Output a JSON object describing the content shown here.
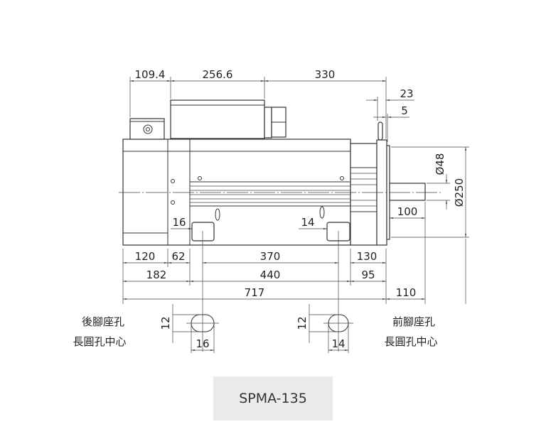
{
  "dimensions": {
    "top": [
      "109.4",
      "256.6",
      "330"
    ],
    "flange_23": "23",
    "flange_5": "5",
    "shaft_dia": "Ø48",
    "flange_dia": "Ø250",
    "shaft_len": "100",
    "rear_foot_slot": "16",
    "front_foot_slot": "14",
    "row1": [
      "120",
      "62",
      "370",
      "130"
    ],
    "row2": [
      "182",
      "440",
      "95"
    ],
    "row3": [
      "717",
      "110"
    ],
    "rear_hole_h": "12",
    "rear_hole_w": "16",
    "front_hole_h": "12",
    "front_hole_w": "14"
  },
  "labels": {
    "rear_line1": "後腳座孔",
    "rear_line2": "長圓孔中心",
    "front_line1": "前腳座孔",
    "front_line2": "長圓孔中心"
  },
  "model": "SPMA-135"
}
